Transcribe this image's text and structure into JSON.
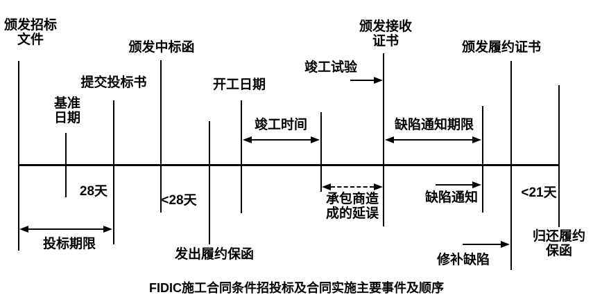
{
  "title": "FIDIC施工合同条件招投标及合同实施主要事件及顺序",
  "labels": {
    "issue_tender_docs": "颁发招标\n文件",
    "base_date": "基准\n日期",
    "submit_tender": "提交投标书",
    "issue_award_letter": "颁发中标函",
    "commencement_date": "开工日期",
    "completion_time": "竣工时间",
    "completion_tests": "竣工试验",
    "issue_taking_over_cert": "颁发接收\n证书",
    "defects_notification_period": "缺陷通知期限",
    "issue_performance_cert": "颁发履约证书",
    "days_28": "28天",
    "lt_28_days": "<28天",
    "tender_period": "投标期限",
    "issue_performance_security": "发出履约保函",
    "contractor_delay": "承包商造\n成的延误",
    "defects_notification": "缺陷通知",
    "lt_21_days": "<21天",
    "remedy_defects": "修补缺陷",
    "return_performance_security": "归还履约\n保函"
  },
  "colors": {
    "line": "#000000",
    "text": "#000000",
    "background": "#ffffff"
  }
}
